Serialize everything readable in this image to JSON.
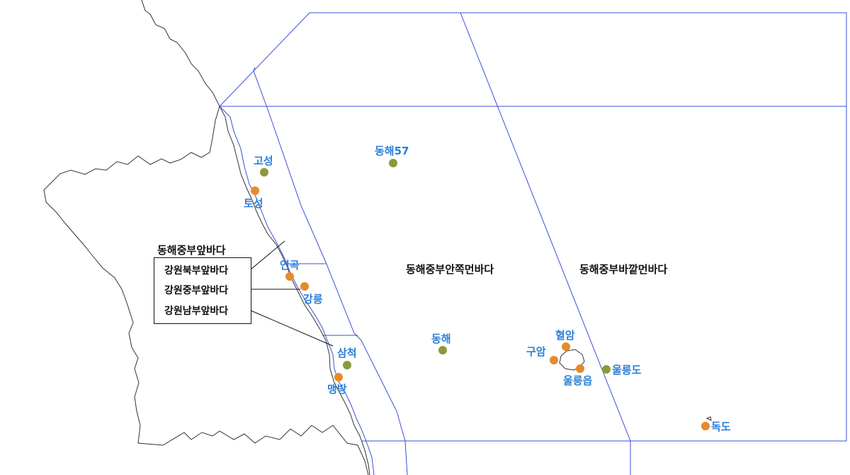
{
  "map": {
    "zones": [
      {
        "id": "near",
        "label": "동해중부앞바다"
      },
      {
        "id": "inner",
        "label": "동해중부안쪽먼바다"
      },
      {
        "id": "outer",
        "label": "동해중부바깥먼바다"
      }
    ],
    "near_sea_legend": {
      "title": "동해중부앞바다",
      "items": [
        "강원북부앞바다",
        "강원중부앞바다",
        "강원남부앞바다"
      ]
    },
    "stations": [
      {
        "id": "goseong",
        "label": "고성",
        "type": "buoy",
        "color": "#8a9a3a"
      },
      {
        "id": "toseong",
        "label": "토성",
        "type": "wave",
        "color": "#e8892a"
      },
      {
        "id": "yeongok",
        "label": "연곡",
        "type": "wave",
        "color": "#e8892a"
      },
      {
        "id": "gangneung",
        "label": "강릉",
        "type": "wave",
        "color": "#e8892a"
      },
      {
        "id": "samcheok",
        "label": "삼척",
        "type": "buoy",
        "color": "#8a9a3a"
      },
      {
        "id": "maengbang",
        "label": "맹방",
        "type": "wave",
        "color": "#e8892a"
      },
      {
        "id": "donghae57",
        "label": "동해57",
        "type": "buoy",
        "color": "#8a9a3a"
      },
      {
        "id": "donghae",
        "label": "동해",
        "type": "buoy",
        "color": "#8a9a3a"
      },
      {
        "id": "hyeolam",
        "label": "혈암",
        "type": "wave",
        "color": "#e8892a"
      },
      {
        "id": "guam",
        "label": "구암",
        "type": "wave",
        "color": "#e8892a"
      },
      {
        "id": "ulleungeup",
        "label": "울릉읍",
        "type": "wave",
        "color": "#e8892a"
      },
      {
        "id": "ulleungdo",
        "label": "울릉도",
        "type": "buoy",
        "color": "#8a9a3a"
      },
      {
        "id": "dokdo",
        "label": "독도",
        "type": "wave",
        "color": "#e8892a"
      }
    ],
    "colors": {
      "boundary": "#3a4fd8",
      "coast": "#333333",
      "label": "#2b7fd8"
    }
  }
}
